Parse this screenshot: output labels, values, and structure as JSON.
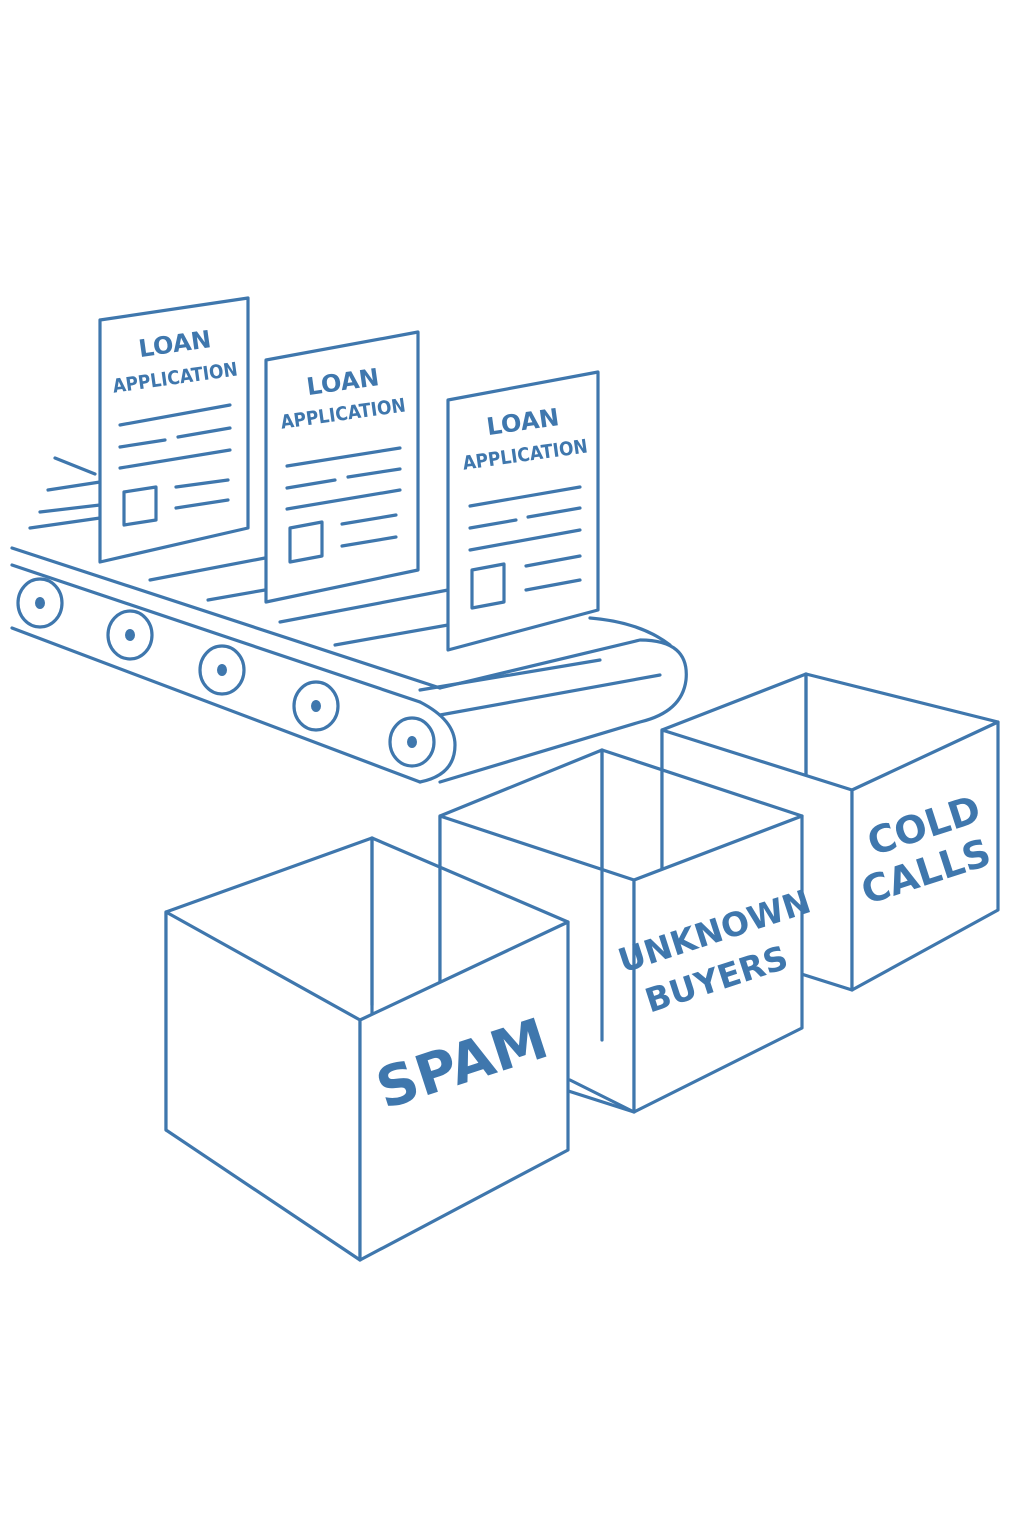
{
  "documents": [
    {
      "title": "LOAN",
      "subtitle": "APPLICATION"
    },
    {
      "title": "LOAN",
      "subtitle": "APPLICATION"
    },
    {
      "title": "LOAN",
      "subtitle": "APPLICATION"
    }
  ],
  "boxes": {
    "spam": {
      "label": "SPAM"
    },
    "unknown_buyers": {
      "line1": "UNKNOWN",
      "line2": "BUYERS"
    },
    "cold_calls": {
      "line1": "COLD",
      "line2": "CALLS"
    }
  },
  "colors": {
    "ink": "#3f77ad",
    "background": "#ffffff"
  }
}
